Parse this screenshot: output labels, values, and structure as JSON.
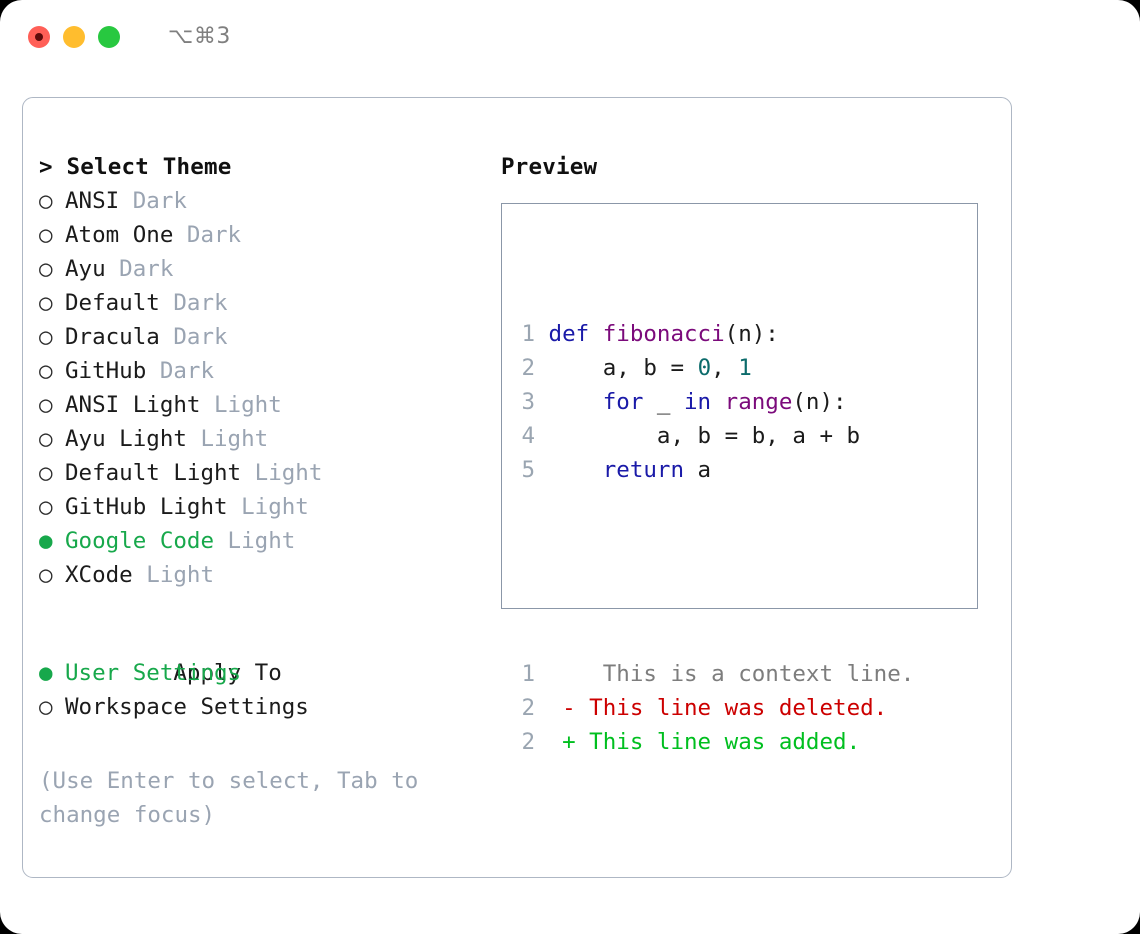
{
  "titlebar": {
    "shortcut": "⌥⌘3",
    "lights": [
      {
        "name": "close",
        "color": "#ff5f57"
      },
      {
        "name": "minimize",
        "color": "#ffbd2e"
      },
      {
        "name": "zoom",
        "color": "#28c840"
      }
    ]
  },
  "theme_picker": {
    "header": "> Select Theme",
    "marker_selected": "●",
    "marker_unselected": "○",
    "items": [
      {
        "marker": "○",
        "name": "ANSI",
        "kind": "Dark",
        "selected": false
      },
      {
        "marker": "○",
        "name": "Atom One",
        "kind": "Dark",
        "selected": false
      },
      {
        "marker": "○",
        "name": "Ayu",
        "kind": "Dark",
        "selected": false
      },
      {
        "marker": "○",
        "name": "Default",
        "kind": "Dark",
        "selected": false
      },
      {
        "marker": "○",
        "name": "Dracula",
        "kind": "Dark",
        "selected": false
      },
      {
        "marker": "○",
        "name": "GitHub",
        "kind": "Dark",
        "selected": false
      },
      {
        "marker": "○",
        "name": "ANSI Light",
        "kind": "Light",
        "selected": false
      },
      {
        "marker": "○",
        "name": "Ayu Light",
        "kind": "Light",
        "selected": false
      },
      {
        "marker": "○",
        "name": "Default Light",
        "kind": "Light",
        "selected": false
      },
      {
        "marker": "○",
        "name": "GitHub Light",
        "kind": "Light",
        "selected": false
      },
      {
        "marker": "●",
        "name": "Google Code",
        "kind": "Light",
        "selected": true
      },
      {
        "marker": "○",
        "name": "XCode",
        "kind": "Light",
        "selected": false
      }
    ]
  },
  "apply_to": {
    "header": "Apply To",
    "items": [
      {
        "marker": "●",
        "name": "User Settings",
        "selected": true
      },
      {
        "marker": "○",
        "name": "Workspace Settings",
        "selected": false
      }
    ]
  },
  "hint": "(Use Enter to select, Tab to change focus)",
  "preview": {
    "title": "Preview",
    "code_lines": [
      {
        "number": "1",
        "tokens": [
          {
            "text": "def ",
            "type": "kw"
          },
          {
            "text": "fibonacci",
            "type": "fn"
          },
          {
            "text": "(n):",
            "type": "plain"
          }
        ]
      },
      {
        "number": "2",
        "tokens": [
          {
            "text": "    a, b = ",
            "type": "plain"
          },
          {
            "text": "0",
            "type": "num"
          },
          {
            "text": ", ",
            "type": "plain"
          },
          {
            "text": "1",
            "type": "num"
          }
        ]
      },
      {
        "number": "3",
        "tokens": [
          {
            "text": "    ",
            "type": "plain"
          },
          {
            "text": "for",
            "type": "kw"
          },
          {
            "text": " _ ",
            "type": "plain"
          },
          {
            "text": "in",
            "type": "kw"
          },
          {
            "text": " ",
            "type": "plain"
          },
          {
            "text": "range",
            "type": "fn"
          },
          {
            "text": "(n):",
            "type": "plain"
          }
        ]
      },
      {
        "number": "4",
        "tokens": [
          {
            "text": "        a, b = b, a + b",
            "type": "plain"
          }
        ]
      },
      {
        "number": "5",
        "tokens": [
          {
            "text": "    ",
            "type": "plain"
          },
          {
            "text": "return",
            "type": "kw"
          },
          {
            "text": " a",
            "type": "plain"
          }
        ]
      }
    ],
    "diff_lines": [
      {
        "number": "1",
        "sign": " ",
        "text": "  This is a context line.",
        "type": "ctx"
      },
      {
        "number": "2",
        "sign": "-",
        "text": " This line was deleted.",
        "type": "del"
      },
      {
        "number": "2",
        "sign": "+",
        "text": " This line was added.",
        "type": "add"
      }
    ]
  },
  "colors": {
    "accent_green": "#17a84b",
    "muted": "#9aa4b2",
    "keyword": "#1a1aa8",
    "function": "#7b0a7b",
    "number": "#0b6b6b",
    "diff_deleted": "#cc0000",
    "diff_added": "#00bf1f",
    "border": "#aeb7c4",
    "preview_border": "#8b97a8"
  }
}
